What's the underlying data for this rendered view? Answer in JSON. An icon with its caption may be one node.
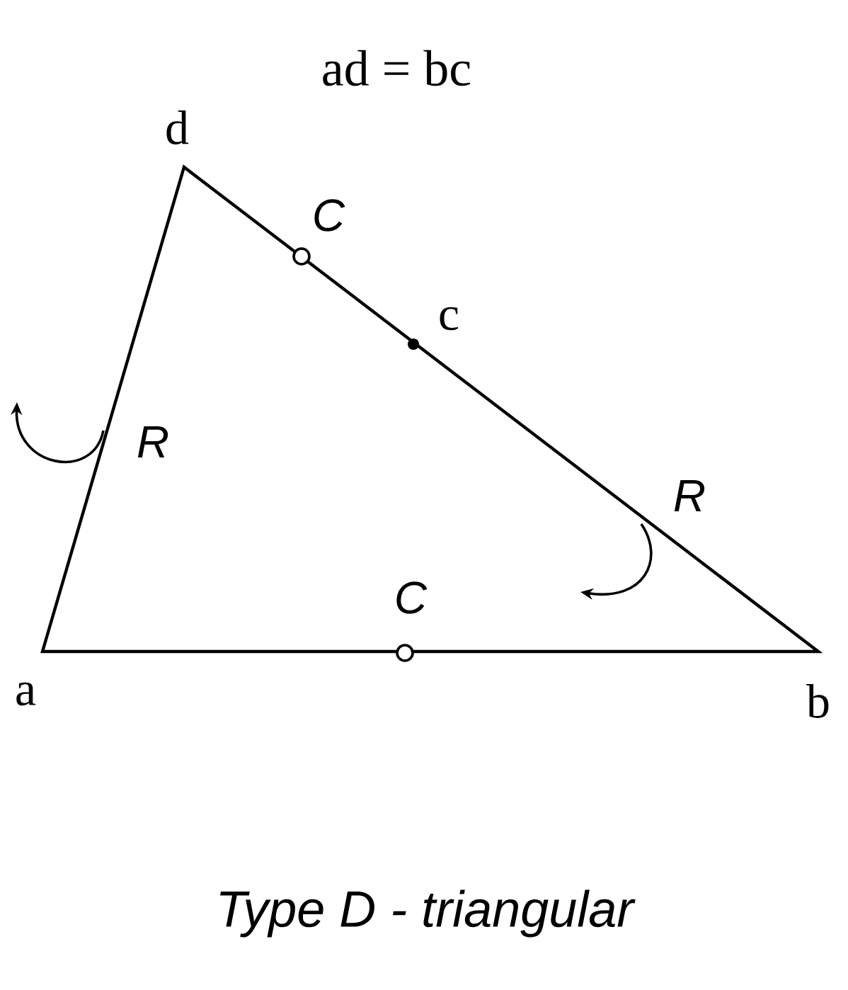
{
  "diagram": {
    "title": "ad = bc",
    "caption": "Type D - triangular",
    "labels": [
      "d",
      "C",
      "c",
      "R",
      "R",
      "C",
      "a",
      "b"
    ]
  }
}
